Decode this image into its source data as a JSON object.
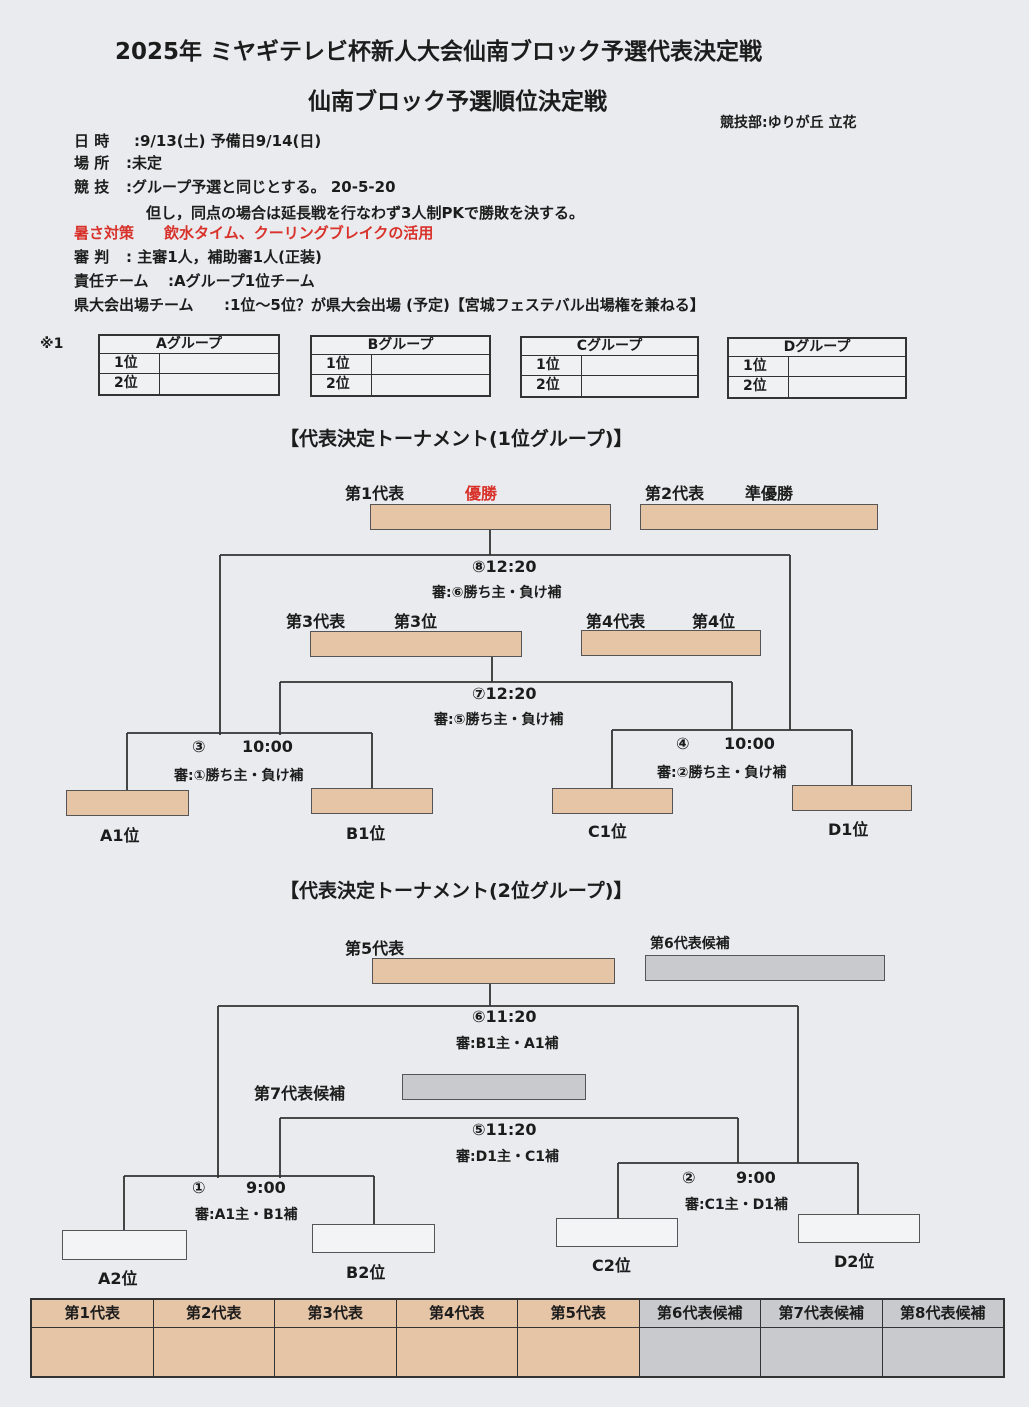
{
  "header": {
    "title": "2025年 ミヤギテレビ杯新人大会仙南ブロック予選代表決定戦",
    "subtitle": "仙南ブロック予選順位決定戦",
    "staff": "競技部:ゆりが丘 立花"
  },
  "info": {
    "date_label": "日 時",
    "date_value": ":9/13(土) 予備日9/14(日)",
    "place_label": "場 所",
    "place_value": ":未定",
    "rule_label": "競 技",
    "rule_value": ":グループ予選と同じとする。 20-5-20",
    "rule_note": "但し，同点の場合は延長戦を行なわず3人制PKで勝敗を決する。",
    "heat_label": "暑さ対策",
    "heat_value": "飲水タイム、クーリングブレイクの活用",
    "ref_label": "審 判",
    "ref_value": ": 主審1人，補助審1人(正装)",
    "team_label": "責任チーム",
    "team_value": ":Aグループ1位チーム",
    "pref_label": "県大会出場チーム",
    "pref_value": ":1位～5位？が県大会出場 (予定)【宮城フェステバル出場権を兼ねる】"
  },
  "note_mark": "※1",
  "groups": [
    {
      "name": "Aグループ",
      "r1": "1位",
      "r2": "2位"
    },
    {
      "name": "Bグループ",
      "r1": "1位",
      "r2": "2位"
    },
    {
      "name": "Cグループ",
      "r1": "1位",
      "r2": "2位"
    },
    {
      "name": "Dグループ",
      "r1": "1位",
      "r2": "2位"
    }
  ],
  "t1": {
    "title": "【代表決定トーナメント(1位グループ)】",
    "rep1": "第1代表",
    "champ": "優勝",
    "rep2": "第2代表",
    "runner": "準優勝",
    "m8": "⑧12:20",
    "m8_ref": "審:⑥勝ち主・負け補",
    "rep3": "第3代表",
    "third": "第3位",
    "rep4": "第4代表",
    "fourth": "第4位",
    "m7": "⑦12:20",
    "m7_ref": "審:⑤勝ち主・負け補",
    "m3_no": "③",
    "m3_time": "10:00",
    "m3_ref": "審:①勝ち主・負け補",
    "m4_no": "④",
    "m4_time": "10:00",
    "m4_ref": "審:②勝ち主・負け補",
    "a1": "A1位",
    "b1": "B1位",
    "c1": "C1位",
    "d1": "D1位"
  },
  "t2": {
    "title": "【代表決定トーナメント(2位グループ)】",
    "rep5": "第5代表",
    "rep6c": "第6代表候補",
    "m6": "⑥11:20",
    "m6_ref": "審:B1主・A1補",
    "rep7c": "第7代表候補",
    "m5": "⑤11:20",
    "m5_ref": "審:D1主・C1補",
    "m1_no": "①",
    "m1_time": "9:00",
    "m1_ref": "審:A1主・B1補",
    "m2_no": "②",
    "m2_time": "9:00",
    "m2_ref": "審:C1主・D1補",
    "a2": "A2位",
    "b2": "B2位",
    "c2": "C2位",
    "d2": "D2位"
  },
  "result_table": [
    {
      "label": "第1代表",
      "color": "#e6c4a6"
    },
    {
      "label": "第2代表",
      "color": "#e6c4a6"
    },
    {
      "label": "第3代表",
      "color": "#e6c4a6"
    },
    {
      "label": "第4代表",
      "color": "#e6c4a6"
    },
    {
      "label": "第5代表",
      "color": "#e6c4a6"
    },
    {
      "label": "第6代表候補",
      "color": "#c9cacd"
    },
    {
      "label": "第7代表候補",
      "color": "#c9cacd"
    },
    {
      "label": "第8代表候補",
      "color": "#c9cacd"
    }
  ]
}
